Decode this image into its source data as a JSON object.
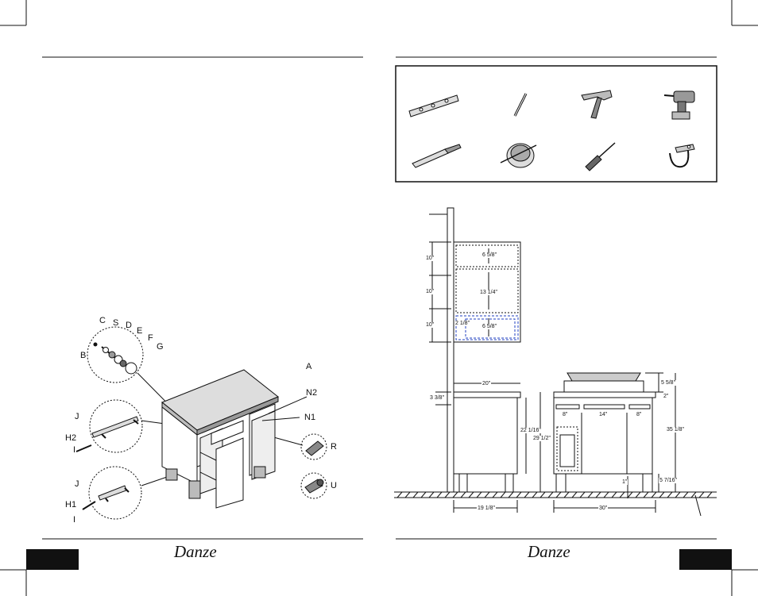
{
  "left_page": {
    "parts": {
      "B": "B",
      "C": "C",
      "S": "S",
      "D": "D",
      "E": "E",
      "F": "F",
      "G": "G",
      "A": "A",
      "N2": "N2",
      "N1": "N1",
      "R": "R",
      "U": "U",
      "J_top": "J",
      "H2": "H2",
      "I_top": "I",
      "J_bottom": "J",
      "H1": "H1",
      "I_bottom": "I"
    },
    "logo": "Danze"
  },
  "right_page": {
    "tools": [
      "level",
      "pencil",
      "hammer",
      "drill",
      "drill-bit",
      "hole-saw",
      "screwdriver",
      "pipe-clamp"
    ],
    "dimensions": {
      "upper_1": "10\"",
      "upper_2": "10\"",
      "upper_3": "10\"",
      "shelf_top": "6 5/8\"",
      "shelf_mid": "13 1/4\"",
      "shelf_bot": "6 5/8\"",
      "shelf_side": "2 1/8\"",
      "depth": "20\"",
      "counter": "3 3/8\"",
      "height_inner": "22 1/16\"",
      "height_total": "29 1/2\"",
      "depth_bottom": "19 1/8\"",
      "sink_top": "5 5/8\"",
      "lip": "2\"",
      "drawer_left": "8\"",
      "drawer_mid": "14\"",
      "drawer_right": "8\"",
      "overall_height": "35 1/8\"",
      "floor_gap": "1\"",
      "leg": "5 7/16\"",
      "width": "30\""
    },
    "logo": "Danze"
  }
}
